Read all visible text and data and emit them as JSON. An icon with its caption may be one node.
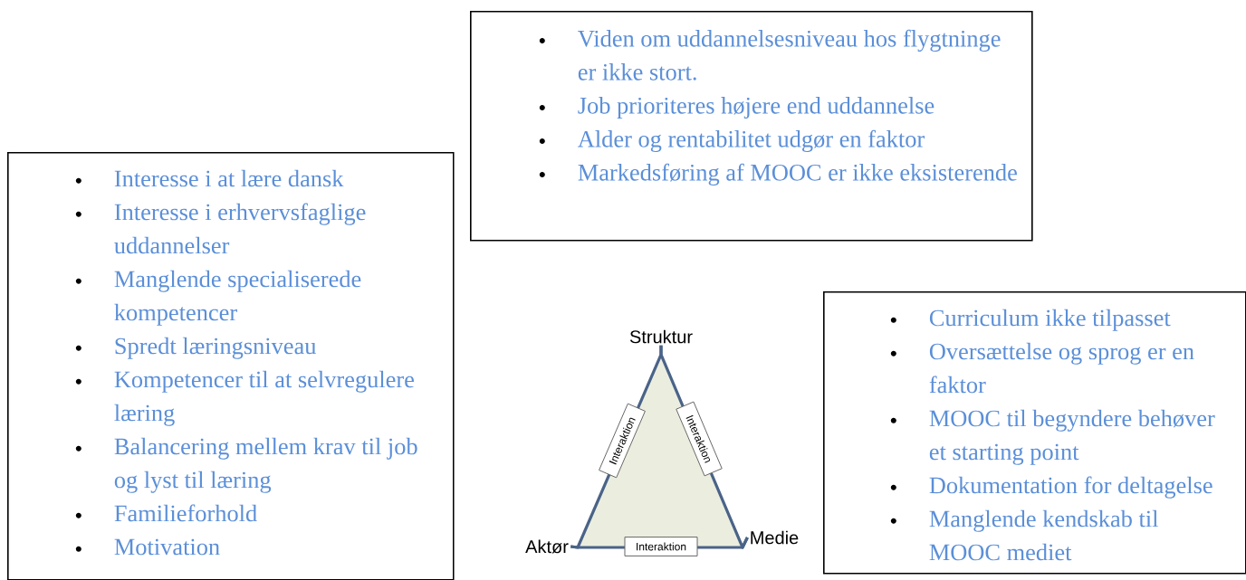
{
  "diagram": {
    "nodes": [
      {
        "text": [
          "Viden om uddannelsesniveau hos flygtninge er ikke stort.",
          "Job prioriteres højere end uddannelse",
          "Alder og rentabilitet udgør en faktor",
          "Markedsføring af MOOC er ikke eksisterende"
        ]
      },
      {
        "text": [
          "Interesse i at lære dansk",
          "Interesse i erhvervsfaglige uddannelser",
          "Manglende specialiserede kompetencer",
          "Spredt læringsniveau",
          "Kompetencer til at selvregulere læring",
          "Balancering mellem krav til job og lyst til læring",
          "Familieforhold",
          "Motivation"
        ]
      },
      {
        "text": [
          "Curriculum ikke tilpasset",
          "Oversættelse og sprog er en faktor",
          "MOOC til begyndere behøver et starting point",
          "Dokumentation for deltagelse",
          "Manglende kendskab til MOOC mediet"
        ]
      },
      {
        "text": [
          "Struktur"
        ]
      },
      {
        "text": [
          "Aktør"
        ]
      },
      {
        "text": [
          "Medie"
        ]
      }
    ],
    "edges": [
      {
        "from": 3,
        "to": 4,
        "arrow": "none",
        "label": "Interaktion"
      },
      {
        "from": 3,
        "to": 5,
        "arrow": "none",
        "label": "Interaktion"
      },
      {
        "from": 4,
        "to": 5,
        "arrow": "none",
        "label": "Interaktion"
      }
    ]
  }
}
